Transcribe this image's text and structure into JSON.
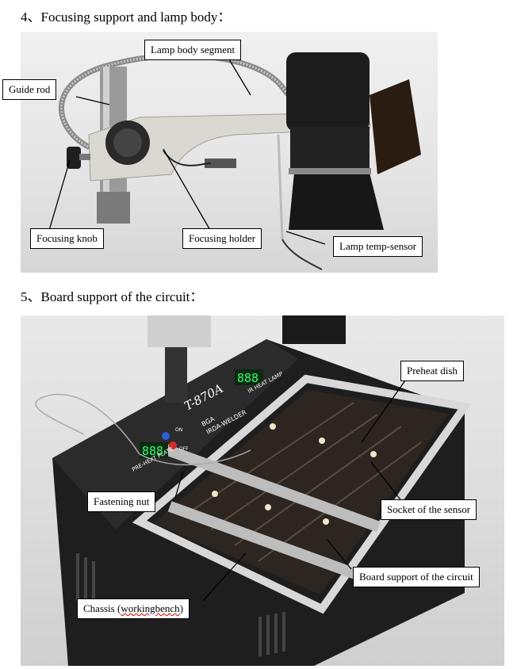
{
  "section4": {
    "heading": "4、Focusing support and lamp body：",
    "labels": {
      "guide_rod": "Guide rod",
      "lamp_body_segment": "Lamp body segment",
      "focusing_knob": "Focusing knob",
      "focusing_holder": "Focusing holder",
      "lamp_temp_sensor": "Lamp temp-sensor"
    }
  },
  "section5": {
    "heading": "5、Board support of the circuit：",
    "labels": {
      "preheat_dish": "Preheat dish",
      "fastening_nut": "Fastening  nut",
      "socket_sensor": "Socket of the sensor",
      "board_support": "Board support of the circuit",
      "chassis_prefix": "Chassis (",
      "chassis_word": "workingbench",
      "chassis_suffix": ")"
    },
    "device": {
      "model": "T-870A",
      "type_line1": "BGA",
      "type_line2": "IRDA-WELDER",
      "preheat_plate": "PRE-HEAT PLATE",
      "lamp": "IR HEAT LAMP",
      "on": "ON",
      "off": "OFF",
      "display_left": "888",
      "display_right": "888"
    }
  }
}
